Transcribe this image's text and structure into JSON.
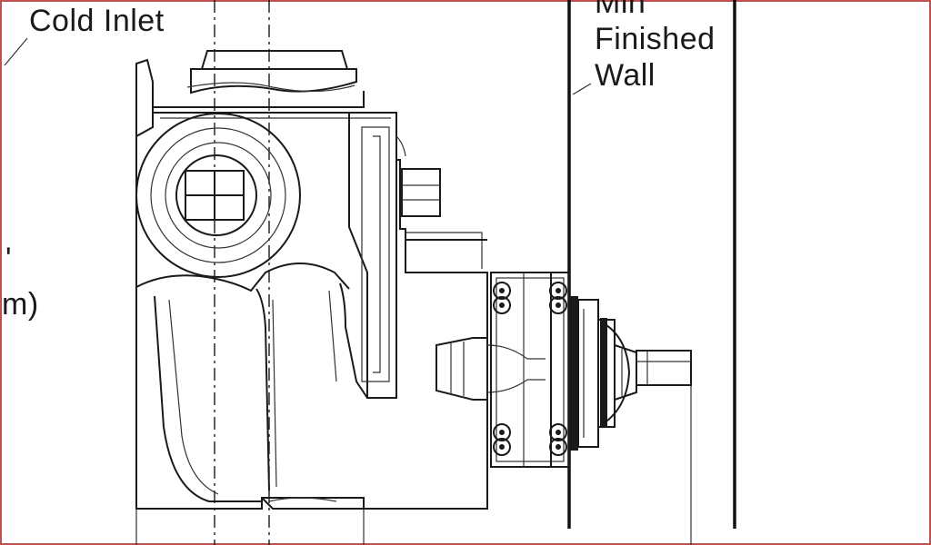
{
  "labels": {
    "cold_inlet": "Cold Inlet",
    "wall_line1": "Min",
    "wall_line2": "Finished",
    "wall_line3": "Wall",
    "left_partial_1": "'",
    "left_partial_2": "m)"
  },
  "colors": {
    "border": "#c0504d",
    "ink": "#1a1a1a",
    "background": "#ffffff"
  }
}
